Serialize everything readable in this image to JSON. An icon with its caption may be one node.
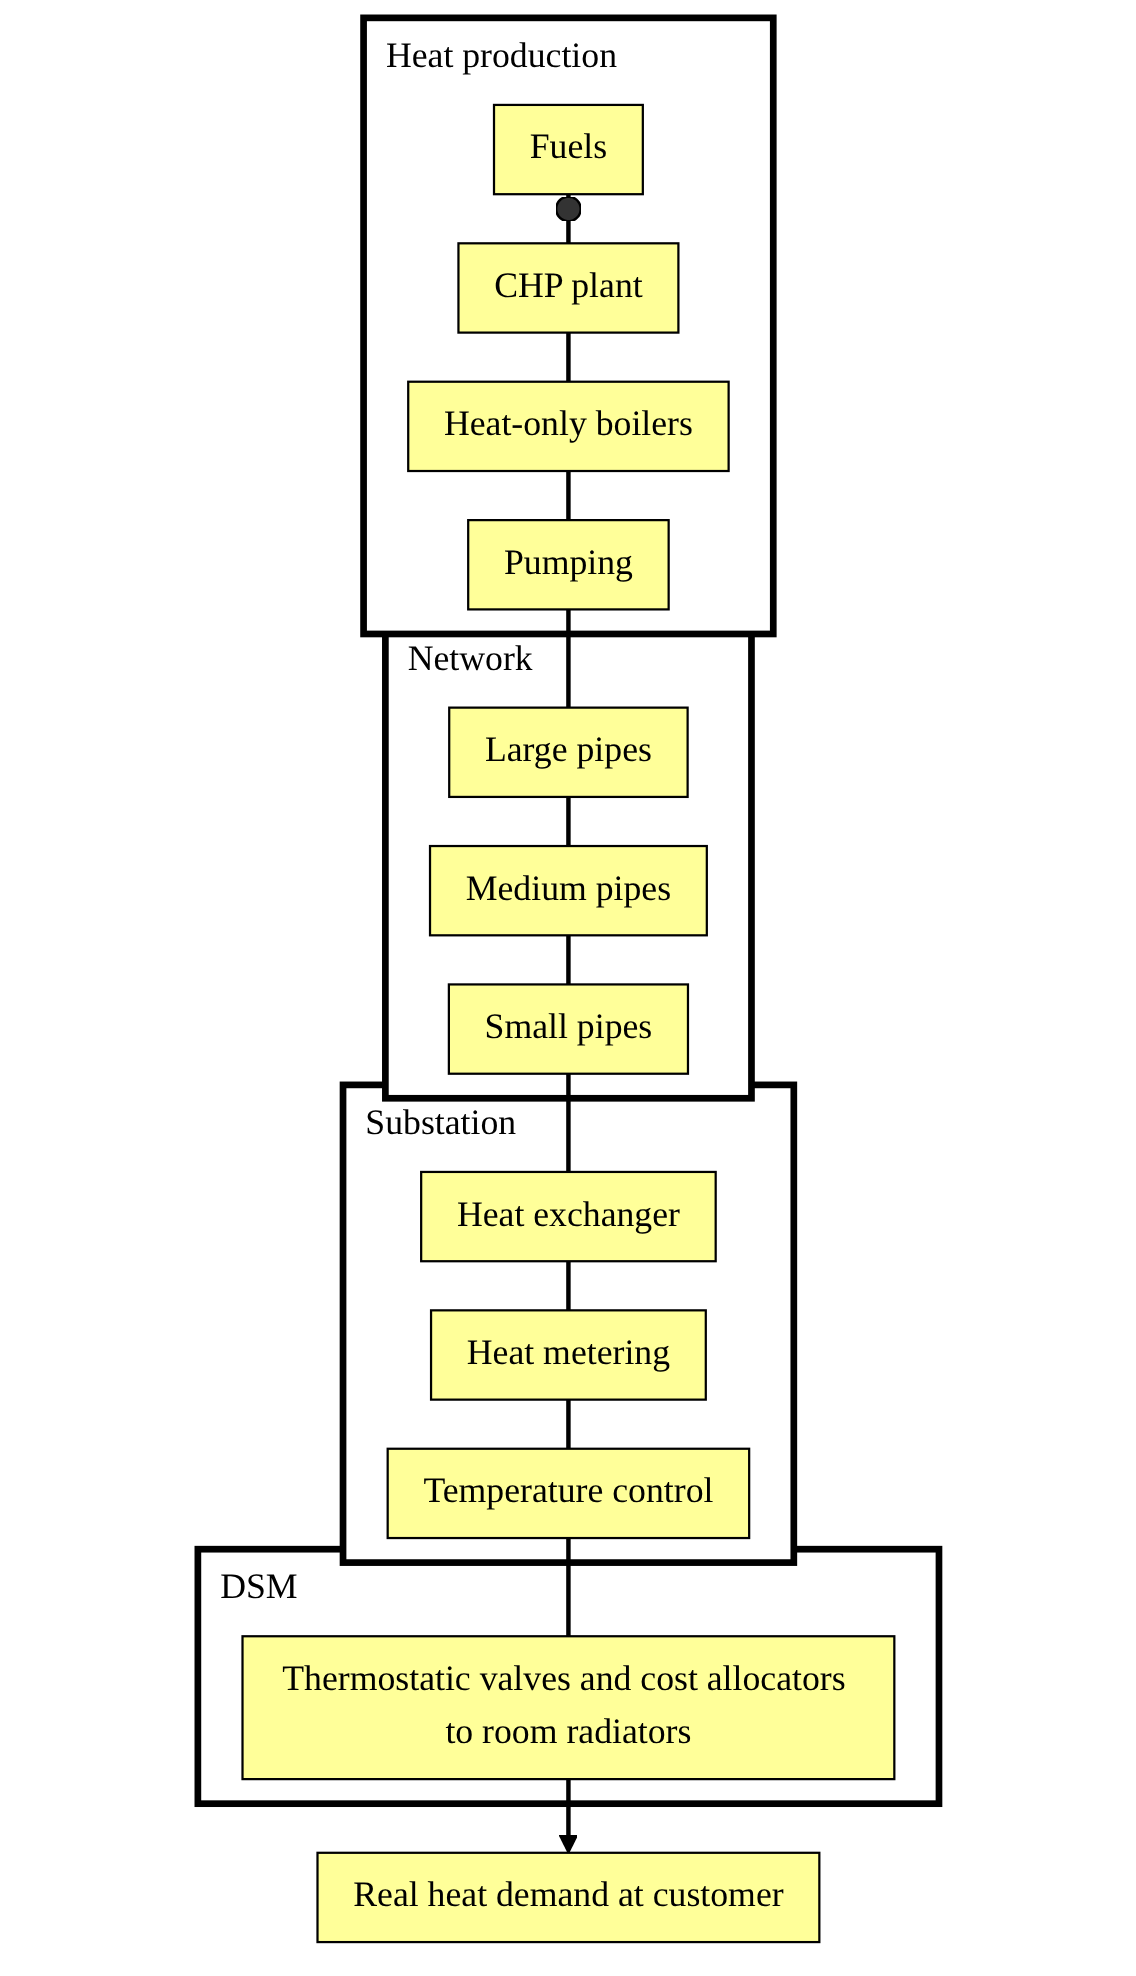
{
  "diagram": {
    "nodes": [
      {
        "text": [
          "Heat production"
        ]
      },
      {
        "text": [
          "Fuels"
        ],
        "in": 0
      },
      {
        "text": [
          "CHP plant"
        ],
        "in": 0
      },
      {
        "text": [
          "Heat-only boilers"
        ],
        "in": 0
      },
      {
        "text": [
          "Pumping"
        ],
        "in": 0
      },
      {
        "text": [
          "Network"
        ]
      },
      {
        "text": [
          "Large pipes"
        ],
        "in": 5
      },
      {
        "text": [
          "Medium pipes"
        ],
        "in": 5
      },
      {
        "text": [
          "Small pipes"
        ],
        "in": 5
      },
      {
        "text": [
          "Substation"
        ]
      },
      {
        "text": [
          "Heat exchanger"
        ],
        "in": 9
      },
      {
        "text": [
          "Heat metering"
        ],
        "in": 9
      },
      {
        "text": [
          "Temperature control"
        ],
        "in": 9
      },
      {
        "text": [
          "DSM"
        ]
      },
      {
        "text": [
          "Thermostatic valves and cost allocators to room radiators"
        ],
        "in": 13
      },
      {
        "text": [
          "Real heat demand at customer"
        ]
      }
    ],
    "edges": [
      {
        "from": 1,
        "to": 2,
        "arrow": "other"
      },
      {
        "from": 2,
        "to": 3,
        "arrow": "none"
      },
      {
        "from": 3,
        "to": 4,
        "arrow": "none"
      },
      {
        "from": 4,
        "to": 6,
        "arrow": "none"
      },
      {
        "from": 6,
        "to": 7,
        "arrow": "none"
      },
      {
        "from": 7,
        "to": 8,
        "arrow": "none"
      },
      {
        "from": 8,
        "to": 10,
        "arrow": "none"
      },
      {
        "from": 10,
        "to": 11,
        "arrow": "none"
      },
      {
        "from": 11,
        "to": 12,
        "arrow": "none"
      },
      {
        "from": 12,
        "to": 14,
        "arrow": "none"
      },
      {
        "from": 14,
        "to": 15,
        "arrow": "to"
      }
    ]
  }
}
